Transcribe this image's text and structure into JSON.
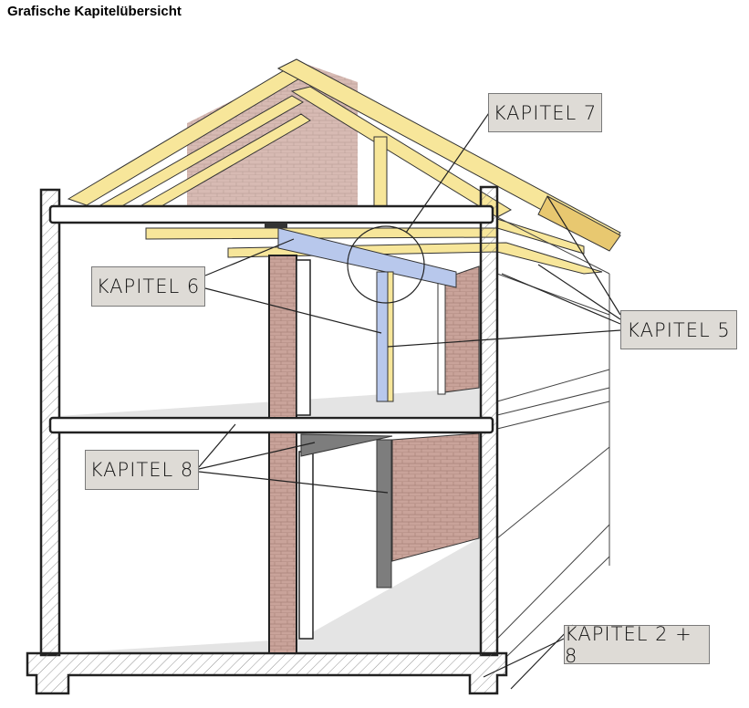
{
  "title": "Grafische Kapitelübersicht",
  "labels": {
    "k7": "KAPITEL 7",
    "k6": "KAPITEL 6",
    "k5": "KAPITEL 5",
    "k8": "KAPITEL 8",
    "k28": "KAPITEL 2 + 8"
  },
  "colors": {
    "timber": "#f7e69a",
    "brick": "#c9a39a",
    "steel_blue": "#b8c8ec",
    "steel_gray": "#7d7d7d",
    "label_bg": "#dedbd6"
  }
}
